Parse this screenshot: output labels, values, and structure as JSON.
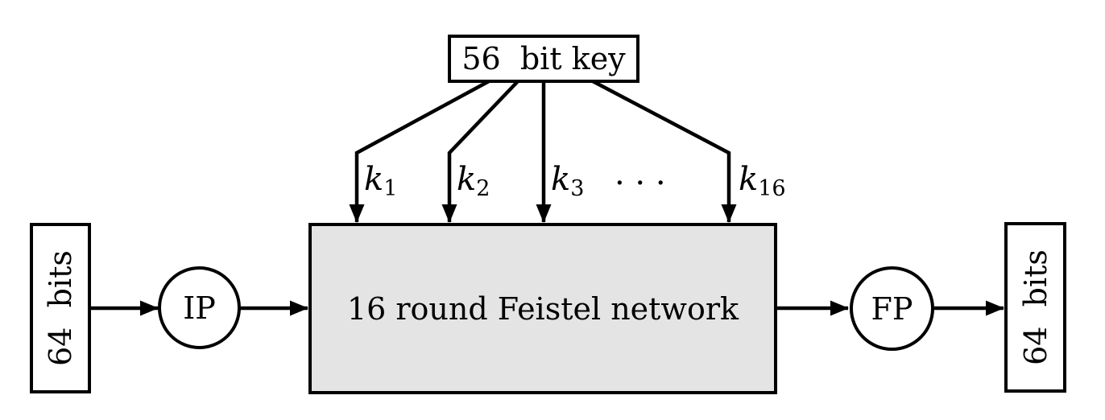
{
  "colors": {
    "stroke": "#000000",
    "feistel_fill": "#e4e4e4",
    "background": "#ffffff"
  },
  "nodes": {
    "key_box": {
      "label": "56  bit key"
    },
    "feistel_box": {
      "label": "16 round Feistel network"
    },
    "input_box": {
      "label": "64  bits"
    },
    "output_box": {
      "label": "64  bits"
    },
    "ip_circle": {
      "label": "IP"
    },
    "fp_circle": {
      "label": "FP"
    }
  },
  "round_keys": {
    "labels": [
      {
        "base": "k",
        "sub": "1"
      },
      {
        "base": "k",
        "sub": "2"
      },
      {
        "base": "k",
        "sub": "3"
      },
      {
        "base": "k",
        "sub": "16"
      }
    ],
    "ellipsis": ". . ."
  }
}
